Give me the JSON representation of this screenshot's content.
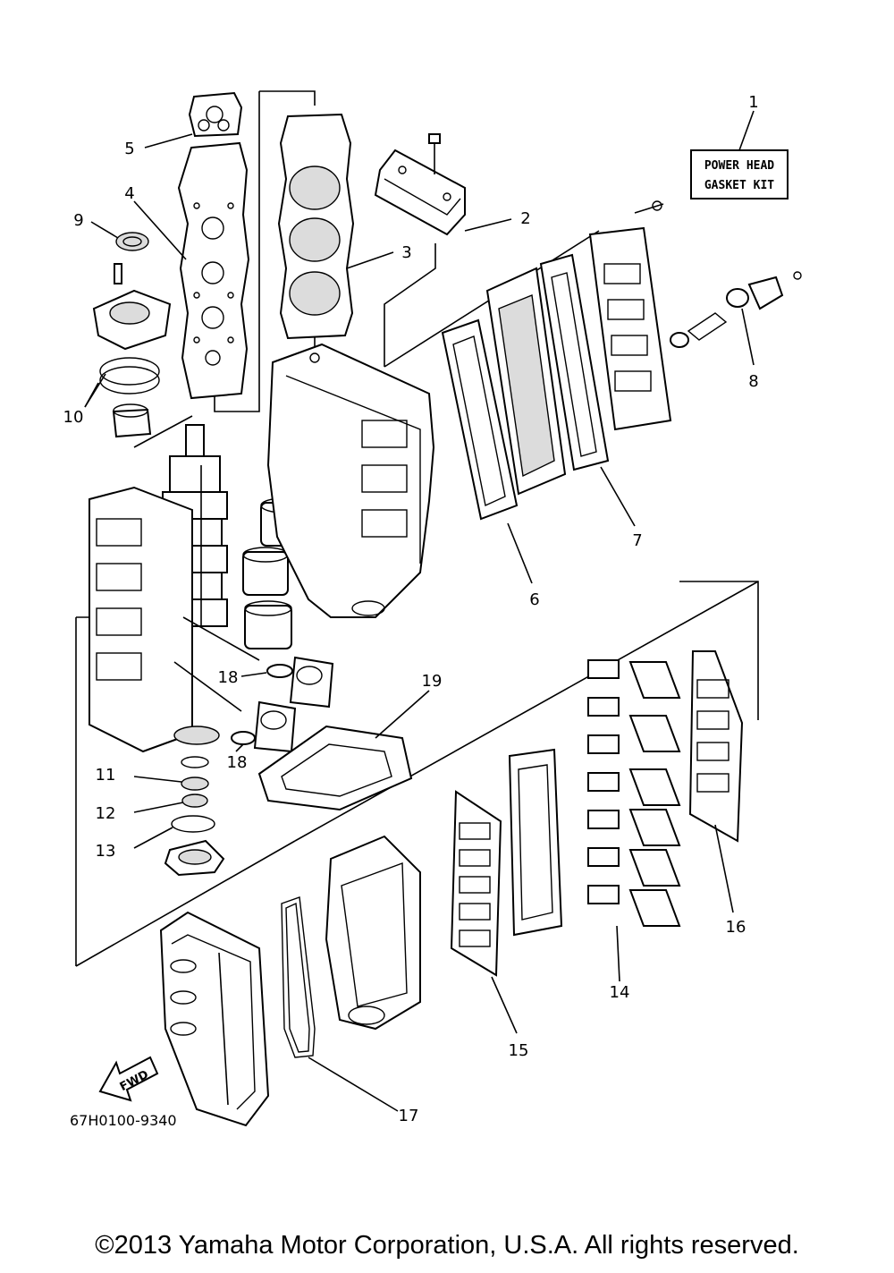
{
  "callouts": [
    "1",
    "2",
    "3",
    "4",
    "5",
    "6",
    "7",
    "8",
    "9",
    "10",
    "11",
    "12",
    "13",
    "14",
    "15",
    "16",
    "17",
    "18",
    "18",
    "19"
  ],
  "kit_box": {
    "line1": "POWER HEAD",
    "line2": "GASKET KIT"
  },
  "diagram_code": "67H0100-9340",
  "fwd_label": "FWD",
  "copyright": "©2013 Yamaha Motor Corporation, U.S.A. All rights reserved."
}
